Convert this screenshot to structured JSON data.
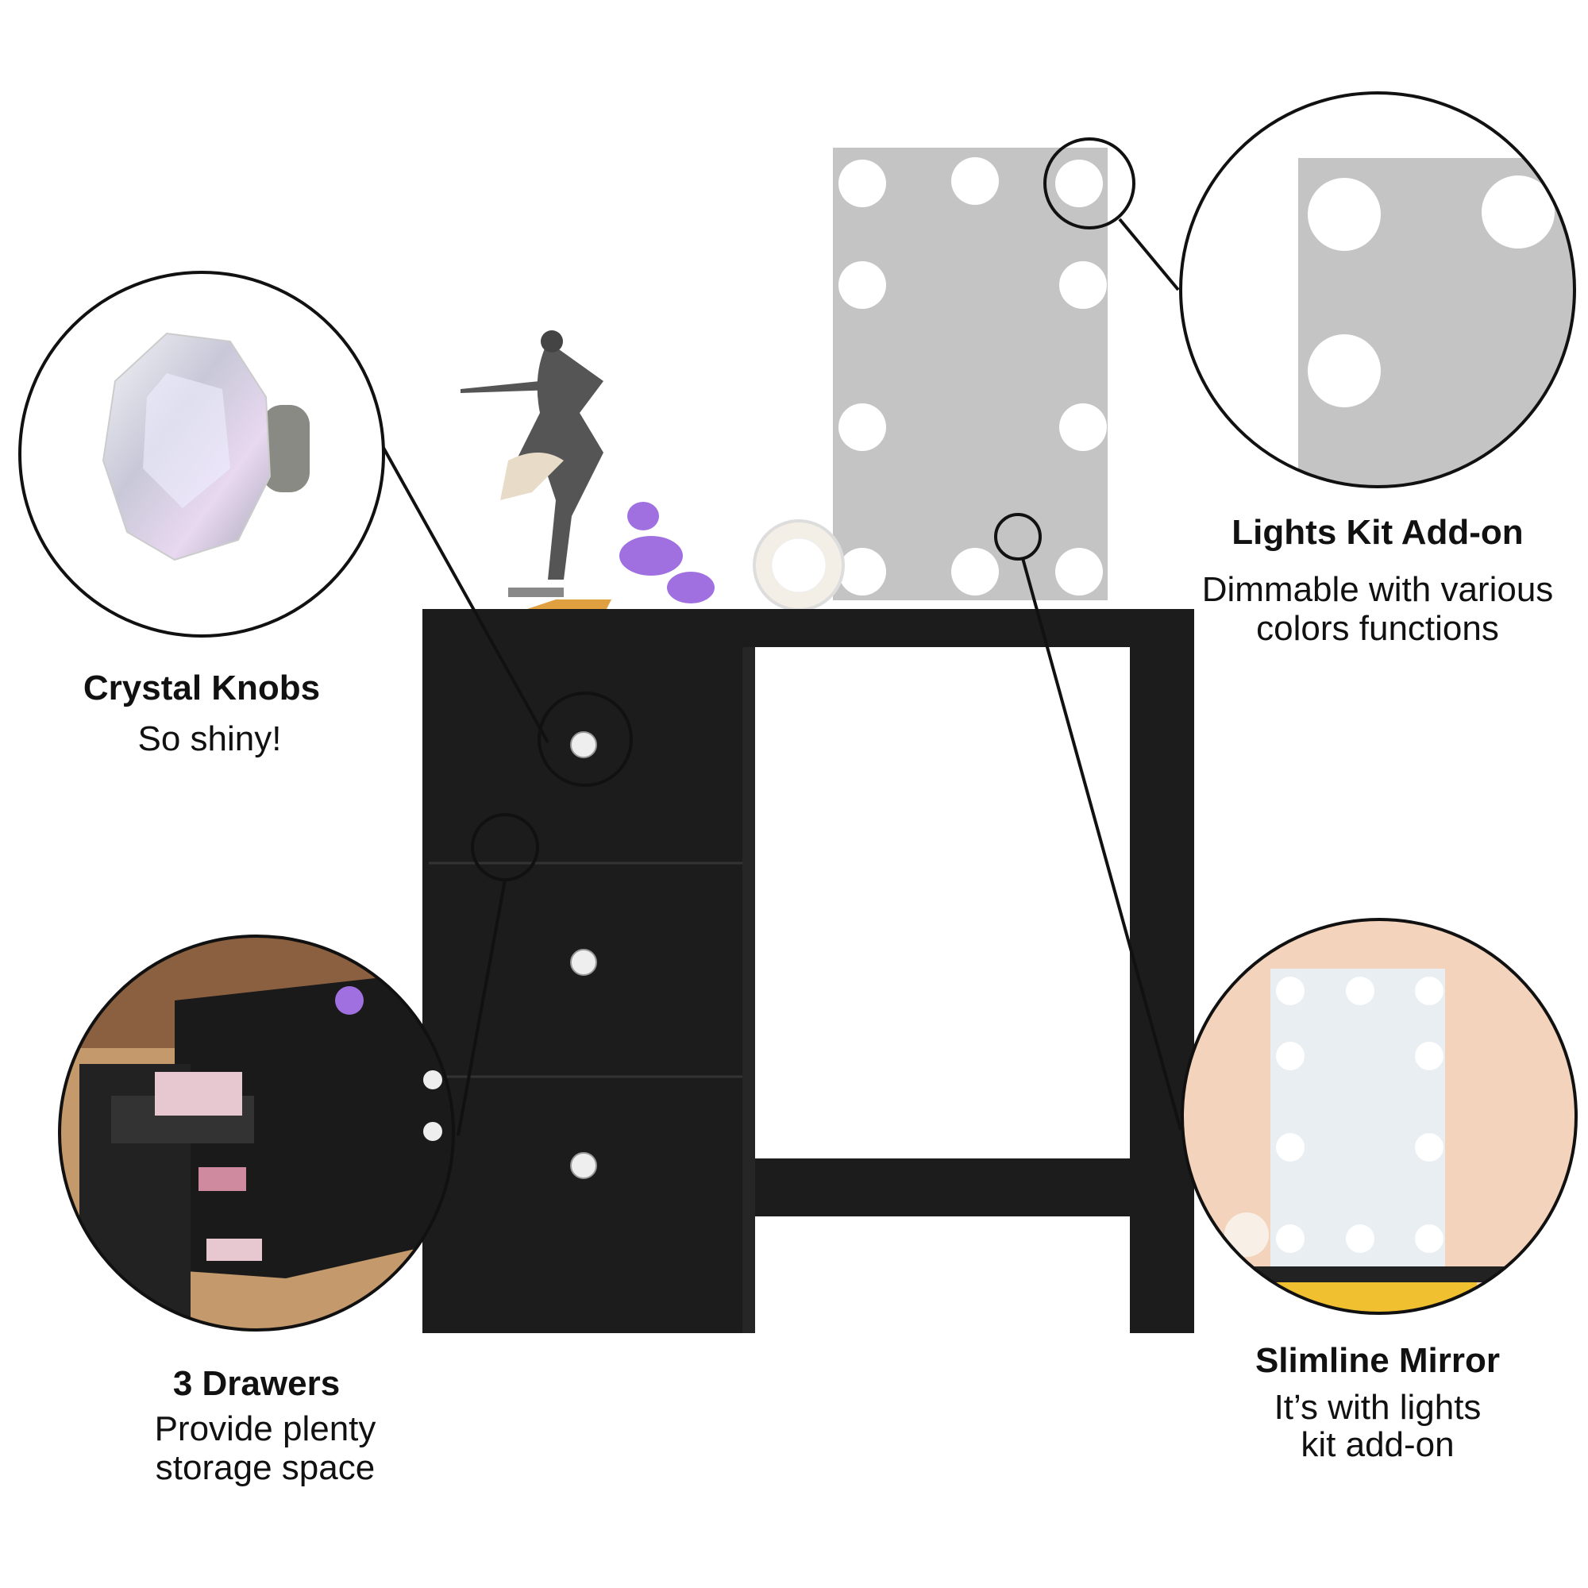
{
  "features": {
    "knobs": {
      "title": "Crystal Knobs",
      "desc": "So shiny!"
    },
    "lights": {
      "title": "Lights Kit Add-on",
      "desc_line1": "Dimmable with various",
      "desc_line2": "colors functions"
    },
    "drawers": {
      "title": "3 Drawers",
      "desc_line1": "Provide plenty",
      "desc_line2": "storage space"
    },
    "mirror": {
      "title": "Slimline Mirror",
      "desc_line1": "It’s with lights",
      "desc_line2": "kit add-on"
    }
  },
  "colors": {
    "desk": "#1c1c1c",
    "mirror": "#c4c4c4",
    "bulb": "#ffffff",
    "callout": "#111111",
    "balloon": "#a070e0"
  }
}
